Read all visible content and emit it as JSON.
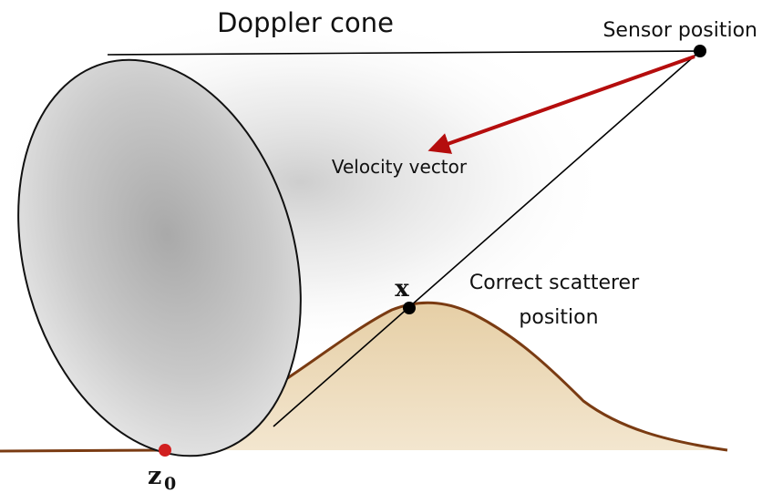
{
  "labels": {
    "doppler_cone": "Doppler cone",
    "sensor_position": "Sensor position",
    "velocity_vector": "Velocity vector",
    "correct_scatterer_line1": "Correct scatterer",
    "correct_scatterer_line2": "position",
    "point_x": "x",
    "point_z": "z",
    "point_z_subscript": "0"
  },
  "colors": {
    "velocity_arrow": "#b50d0d",
    "terrain_outline": "#7a3b12",
    "terrain_fill": "#ecd9b8",
    "z0_marker": "#d11f1f",
    "points": "#000000",
    "cone_gray": "#bdbdbd"
  }
}
